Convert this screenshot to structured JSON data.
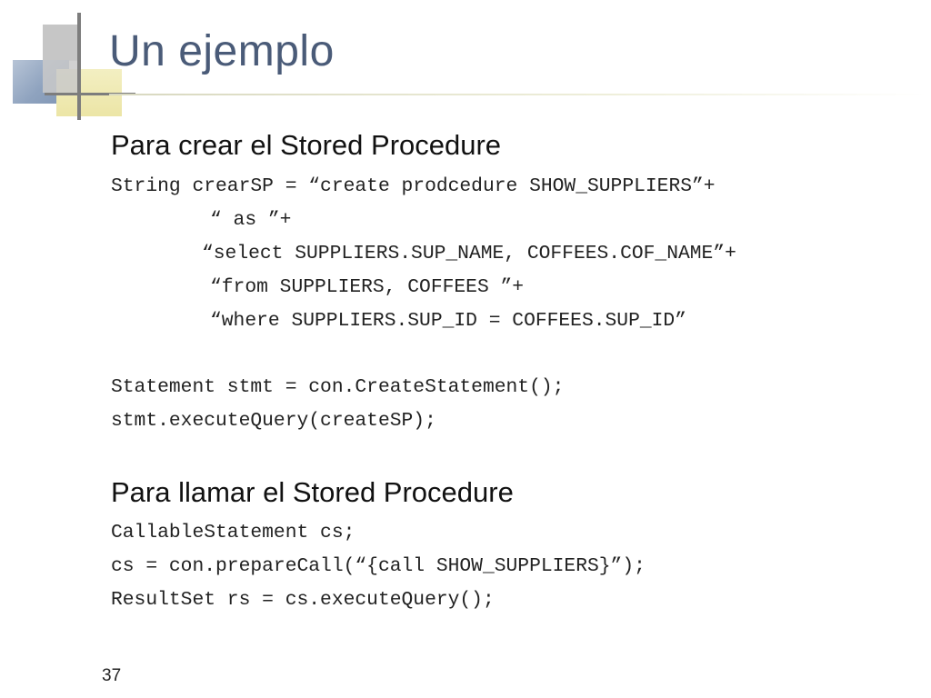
{
  "slide": {
    "title": "Un ejemplo",
    "page_number": "37"
  },
  "section_create": {
    "heading": "Para crear el Stored Procedure",
    "code_lines": [
      "String crearSP = “create prodcedure SHOW_SUPPLIERS”+",
      "“ as ”+",
      "“select SUPPLIERS.SUP_NAME, COFFEES.COF_NAME”+",
      "“from SUPPLIERS, COFFEES ”+",
      "“where SUPPLIERS.SUP_ID = COFFEES.SUP_ID”",
      "Statement stmt = con.CreateStatement();",
      "stmt.executeQuery(createSP);"
    ]
  },
  "section_call": {
    "heading": "Para llamar el Stored Procedure",
    "code_lines": [
      "CallableStatement cs;",
      "cs = con.prepareCall(“{call SHOW_SUPPLIERS}”);",
      "ResultSet rs = cs.executeQuery();"
    ]
  },
  "colors": {
    "title": "#4a5b78",
    "text": "#222222",
    "decor_blue": "#8fa3bf",
    "decor_yellow": "#ece5a6",
    "decor_gray": "#c6c6c6"
  }
}
